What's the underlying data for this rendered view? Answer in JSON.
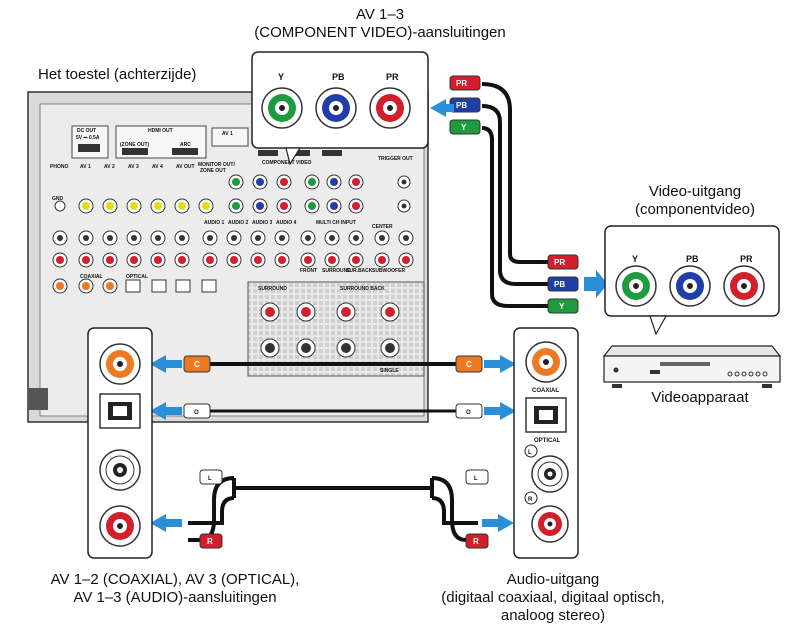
{
  "title_top": {
    "line1": "AV 1–3",
    "line2": "(COMPONENT VIDEO)-aansluitingen"
  },
  "receiver_label": "Het toestel (achterzijde)",
  "video_output_label": {
    "line1": "Video-uitgang",
    "line2": "(componentvideo)"
  },
  "video_device_label": "Videoapparaat",
  "bottom_left_label": {
    "line1": "AV 1–2 (COAXIAL), AV 3 (OPTICAL),",
    "line2": "AV 1–3 (AUDIO)-aansluitingen"
  },
  "bottom_right_label": {
    "line1": "Audio-uitgang",
    "line2": "(digitaal coaxiaal, digitaal optisch,",
    "line3": "analoog stereo)"
  },
  "component_jacks": [
    "Y",
    "PB",
    "PR"
  ],
  "plug_tags": {
    "pr": "PR",
    "pb": "PB",
    "y": "Y",
    "coax": "C",
    "optical": "O",
    "left": "L",
    "right": "R"
  },
  "audio_device_labels": {
    "coaxial": "COAXIAL",
    "optical": "OPTICAL",
    "left": "L",
    "right": "R"
  },
  "panel_labels": {
    "dc_out": "DC OUT",
    "dc_out_spec": "5V ⎓ 0.5A",
    "hdmi_out": "HDMI OUT",
    "zone_out": "(ZONE OUT)",
    "arc": "ARC",
    "phono": "PHONO",
    "gnd": "GND",
    "av1": "AV 1",
    "av2": "AV 2",
    "av3": "AV 3",
    "av4": "AV 4",
    "av_out": "AV OUT",
    "monitor_out": "MONITOR OUT/",
    "zone_out2": "ZONE OUT",
    "component_video": "COMPONENT VIDEO",
    "trigger_out": "TRIGGER OUT",
    "audio1": "AUDIO 1",
    "audio2": "AUDIO 2",
    "audio3": "AUDIO 3",
    "audio4": "AUDIO 4",
    "multi_ch_input": "MULTI CH INPUT",
    "center": "CENTER",
    "front": "FRONT",
    "surround": "SURROUND",
    "sur_back": "SUR.BACK",
    "subwoofer": "SUBWOOFER",
    "surround_back": "SURROUND BACK",
    "single": "SINGLE",
    "coaxial": "COAXIAL",
    "optical": "OPTICAL"
  },
  "colors": {
    "green": "#1e9b3e",
    "blue": "#1f3fa6",
    "red": "#d21f2b",
    "orange": "#ec7a24",
    "arrow": "#2a8fd8"
  }
}
